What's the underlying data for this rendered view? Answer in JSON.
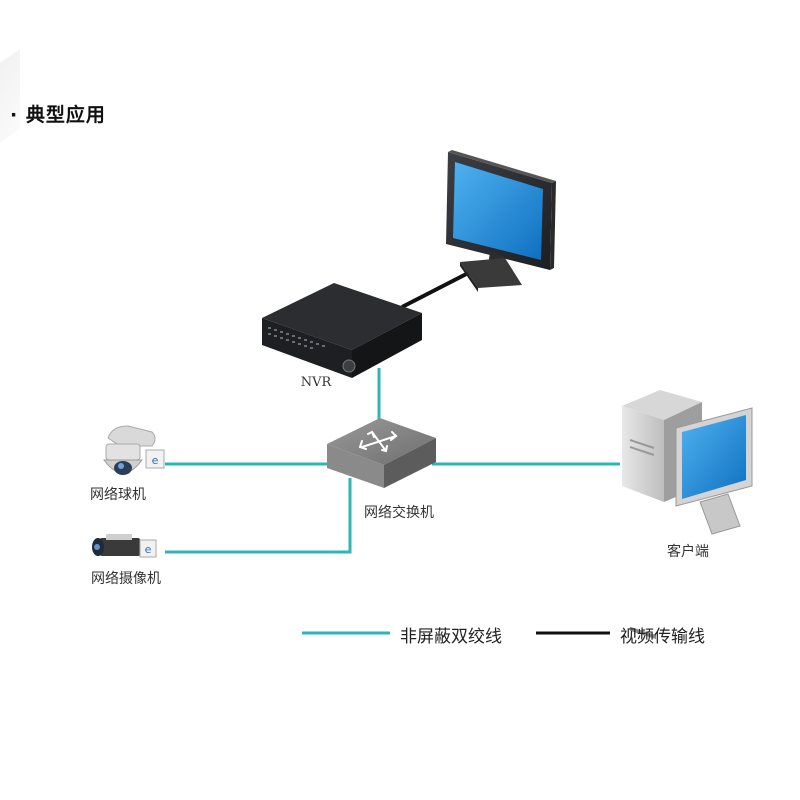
{
  "title": "· 典型应用",
  "nodes": {
    "nvr": "NVR",
    "switch": "网络交换机",
    "dome_camera": "网络球机",
    "box_camera": "网络摄像机",
    "client": "客户端"
  },
  "legend": {
    "utp_label": "非屏蔽双绞线",
    "video_label": "视频传输线"
  },
  "colors": {
    "utp_line": "#2fb5b5",
    "video_line": "#111111",
    "screen": "#1e88d4"
  }
}
